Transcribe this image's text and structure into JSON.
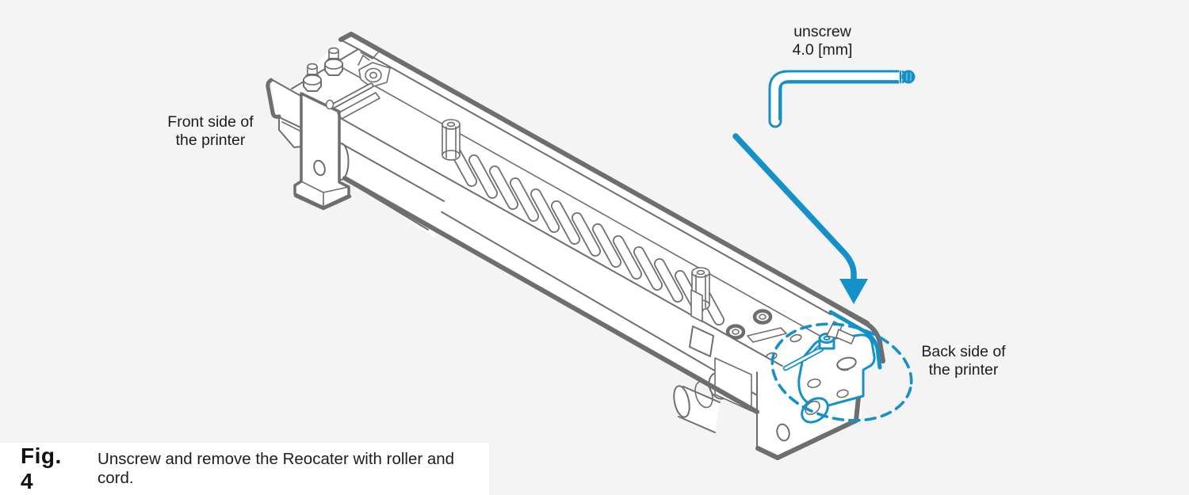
{
  "figure": {
    "label": "Fig. 4",
    "caption": "Unscrew and remove the Reocater with roller and cord."
  },
  "labels": {
    "tool_note": {
      "line1": "unscrew",
      "line2": "4.0 [mm]"
    },
    "front_side": {
      "line1": "Front side of",
      "line2": "the printer"
    },
    "back_side": {
      "line1": "Back side of",
      "line2": "the printer"
    }
  },
  "icons": {
    "hex_key": "allen-hex-key-ball-end",
    "arrow": "unscrew-direction-arrow",
    "highlight": "dashed-highlight-ellipse"
  },
  "colors": {
    "accent_blue": "#1590c8",
    "line_gray": "#6e6e6e",
    "background": "#f4f4f5",
    "caption_background": "#ffffff",
    "text": "#1d1d1f"
  }
}
